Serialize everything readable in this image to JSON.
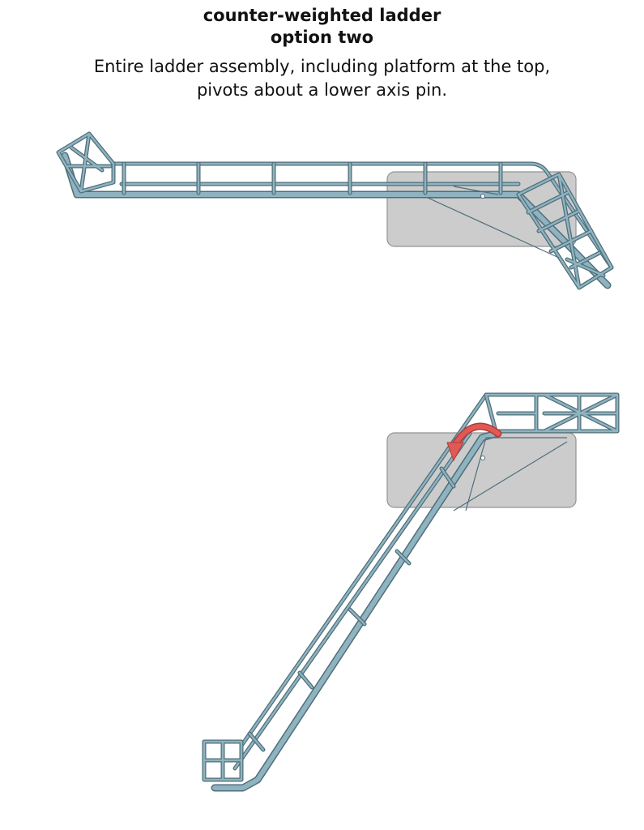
{
  "title": {
    "line1": "counter-weighted ladder",
    "line2": "option two"
  },
  "description": {
    "line1": "Entire ladder assembly, including platform at the top,",
    "line2": "pivots about a lower axis pin."
  },
  "colors": {
    "ladder": "#7a9fad",
    "ladder_outline": "#4f6e79",
    "pivot_box": "#c8c8c8",
    "pivot_box_outline": "#8a8a8a",
    "arrow": "#e05a55"
  },
  "icons": {
    "rotation_arrow": "curved-arrow-icon",
    "pivot_pin": "axis-pin-icon"
  }
}
